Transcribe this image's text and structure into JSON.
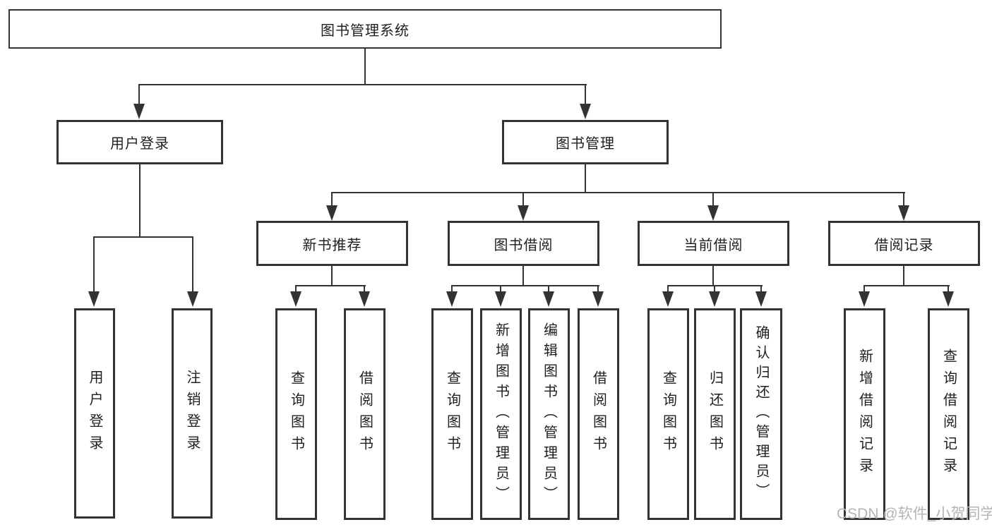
{
  "tree": {
    "root": {
      "label": "图书管理系统"
    },
    "level2": [
      {
        "label": "用户登录"
      },
      {
        "label": "图书管理"
      }
    ],
    "level3": [
      {
        "label": "新书推荐"
      },
      {
        "label": "图书借阅"
      },
      {
        "label": "当前借阅"
      },
      {
        "label": "借阅记录"
      }
    ],
    "leaves": [
      {
        "label": "用户登录"
      },
      {
        "label": "注销登录"
      },
      {
        "label": "查询图书"
      },
      {
        "label": "借阅图书"
      },
      {
        "label": "查询图书"
      },
      {
        "label": "新增图书（管理员）"
      },
      {
        "label": "编辑图书（管理员）"
      },
      {
        "label": "借阅图书"
      },
      {
        "label": "查询图书"
      },
      {
        "label": "归还图书"
      },
      {
        "label": "确认归还（管理员）"
      },
      {
        "label": "新增借阅记录"
      },
      {
        "label": "查询借阅记录"
      }
    ]
  },
  "watermark": {
    "text": "CSDN @软件_小贺同学"
  },
  "colors": {
    "line": "#333333",
    "text": "#1f1f1f",
    "watermark": "#b5b5b5",
    "background": "#ffffff"
  }
}
